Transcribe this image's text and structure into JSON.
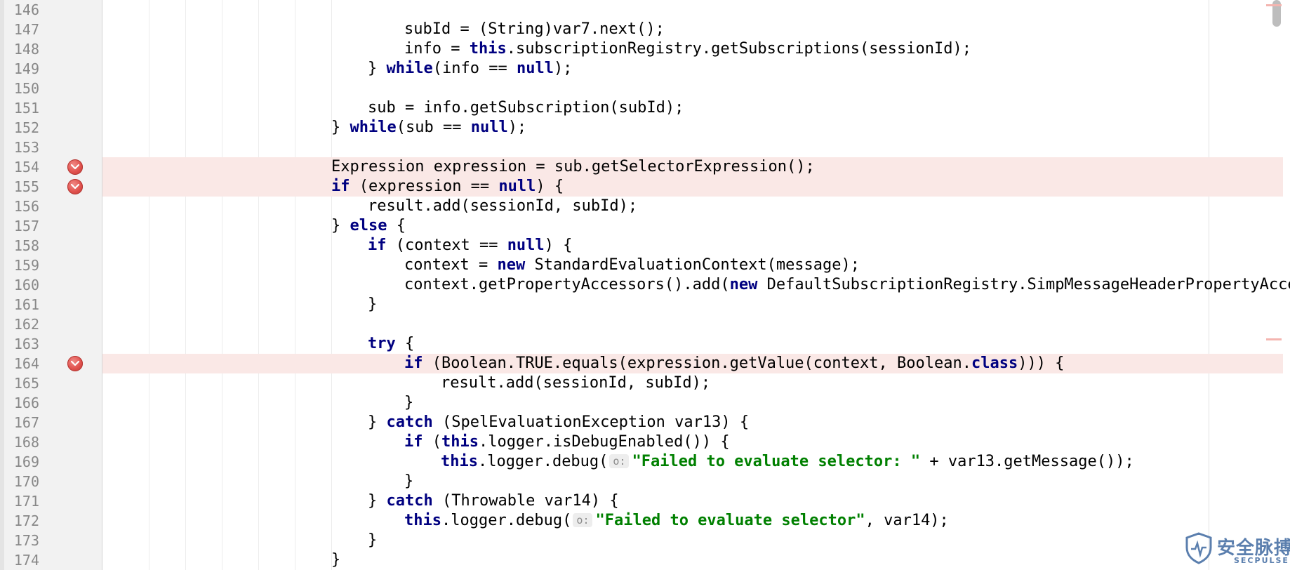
{
  "editor": {
    "colors": {
      "keyword": "#000080",
      "string": "#008000",
      "breakpoint": "#e0504c",
      "breakpoint_line": "#fae8e6",
      "gutter": "#f2f2f2"
    },
    "lines": [
      {
        "num": "146",
        "indent": 0,
        "bp": false,
        "parts": []
      },
      {
        "num": "147",
        "indent": 2,
        "bp": false,
        "parts": [
          {
            "t": "subId = (String)var7.next();"
          }
        ]
      },
      {
        "num": "148",
        "indent": 2,
        "bp": false,
        "parts": [
          {
            "t": "info = "
          },
          {
            "k": "this"
          },
          {
            "t": ".subscriptionRegistry.getSubscriptions(sessionId);"
          }
        ]
      },
      {
        "num": "149",
        "indent": 1,
        "bp": false,
        "parts": [
          {
            "t": "} "
          },
          {
            "k": "while"
          },
          {
            "t": "(info == "
          },
          {
            "k": "null"
          },
          {
            "t": ");"
          }
        ]
      },
      {
        "num": "150",
        "indent": 0,
        "bp": false,
        "parts": []
      },
      {
        "num": "151",
        "indent": 1,
        "bp": false,
        "parts": [
          {
            "t": "sub = info.getSubscription(subId);"
          }
        ]
      },
      {
        "num": "152",
        "indent": 0,
        "bp": false,
        "parts": [
          {
            "t": "} "
          },
          {
            "k": "while"
          },
          {
            "t": "(sub == "
          },
          {
            "k": "null"
          },
          {
            "t": ");"
          }
        ]
      },
      {
        "num": "153",
        "indent": 0,
        "bp": false,
        "parts": []
      },
      {
        "num": "154",
        "indent": 0,
        "bp": true,
        "parts": [
          {
            "t": "Expression expression = sub.getSelectorExpression();"
          }
        ]
      },
      {
        "num": "155",
        "indent": 0,
        "bp": true,
        "parts": [
          {
            "k": "if"
          },
          {
            "t": " (expression == "
          },
          {
            "k": "null"
          },
          {
            "t": ") {"
          }
        ]
      },
      {
        "num": "156",
        "indent": 1,
        "bp": false,
        "parts": [
          {
            "t": "result.add(sessionId, subId);"
          }
        ]
      },
      {
        "num": "157",
        "indent": 0,
        "bp": false,
        "parts": [
          {
            "t": "} "
          },
          {
            "k": "else"
          },
          {
            "t": " {"
          }
        ]
      },
      {
        "num": "158",
        "indent": 1,
        "bp": false,
        "parts": [
          {
            "k": "if"
          },
          {
            "t": " (context == "
          },
          {
            "k": "null"
          },
          {
            "t": ") {"
          }
        ]
      },
      {
        "num": "159",
        "indent": 2,
        "bp": false,
        "parts": [
          {
            "t": "context = "
          },
          {
            "k": "new"
          },
          {
            "t": " StandardEvaluationContext(message);"
          }
        ]
      },
      {
        "num": "160",
        "indent": 2,
        "bp": false,
        "parts": [
          {
            "t": "context.getPropertyAccessors().add("
          },
          {
            "k": "new"
          },
          {
            "t": " DefaultSubscriptionRegistry.SimpMessageHeaderPropertyAcce"
          }
        ]
      },
      {
        "num": "161",
        "indent": 1,
        "bp": false,
        "parts": [
          {
            "t": "}"
          }
        ]
      },
      {
        "num": "162",
        "indent": 0,
        "bp": false,
        "parts": []
      },
      {
        "num": "163",
        "indent": 1,
        "bp": false,
        "parts": [
          {
            "k": "try"
          },
          {
            "t": " {"
          }
        ]
      },
      {
        "num": "164",
        "indent": 2,
        "bp": true,
        "parts": [
          {
            "k": "if"
          },
          {
            "t": " (Boolean.TRUE.equals(expression.getValue(context, Boolean."
          },
          {
            "k": "class"
          },
          {
            "t": "))) {"
          }
        ]
      },
      {
        "num": "165",
        "indent": 3,
        "bp": false,
        "parts": [
          {
            "t": "result.add(sessionId, subId);"
          }
        ]
      },
      {
        "num": "166",
        "indent": 2,
        "bp": false,
        "parts": [
          {
            "t": "}"
          }
        ]
      },
      {
        "num": "167",
        "indent": 1,
        "bp": false,
        "parts": [
          {
            "t": "} "
          },
          {
            "k": "catch"
          },
          {
            "t": " (SpelEvaluationException var13) {"
          }
        ]
      },
      {
        "num": "168",
        "indent": 2,
        "bp": false,
        "parts": [
          {
            "k": "if"
          },
          {
            "t": " ("
          },
          {
            "k": "this"
          },
          {
            "t": ".logger.isDebugEnabled()) {"
          }
        ]
      },
      {
        "num": "169",
        "indent": 3,
        "bp": false,
        "parts": [
          {
            "k": "this"
          },
          {
            "t": ".logger.debug("
          },
          {
            "h": "o:"
          },
          {
            "s": "\"Failed to evaluate selector: \""
          },
          {
            "t": " + var13.getMessage());"
          }
        ]
      },
      {
        "num": "170",
        "indent": 2,
        "bp": false,
        "parts": [
          {
            "t": "}"
          }
        ]
      },
      {
        "num": "171",
        "indent": 1,
        "bp": false,
        "parts": [
          {
            "t": "} "
          },
          {
            "k": "catch"
          },
          {
            "t": " (Throwable var14) {"
          }
        ]
      },
      {
        "num": "172",
        "indent": 2,
        "bp": false,
        "parts": [
          {
            "k": "this"
          },
          {
            "t": ".logger.debug("
          },
          {
            "h": "o:"
          },
          {
            "s": "\"Failed to evaluate selector\""
          },
          {
            "t": ", var14);"
          }
        ]
      },
      {
        "num": "173",
        "indent": 1,
        "bp": false,
        "parts": [
          {
            "t": "}"
          }
        ]
      },
      {
        "num": "174",
        "indent": 0,
        "bp": false,
        "parts": [
          {
            "t": "}"
          }
        ]
      }
    ]
  },
  "watermark": {
    "title": "安全脉搏",
    "subtitle": "SECPULSE"
  }
}
